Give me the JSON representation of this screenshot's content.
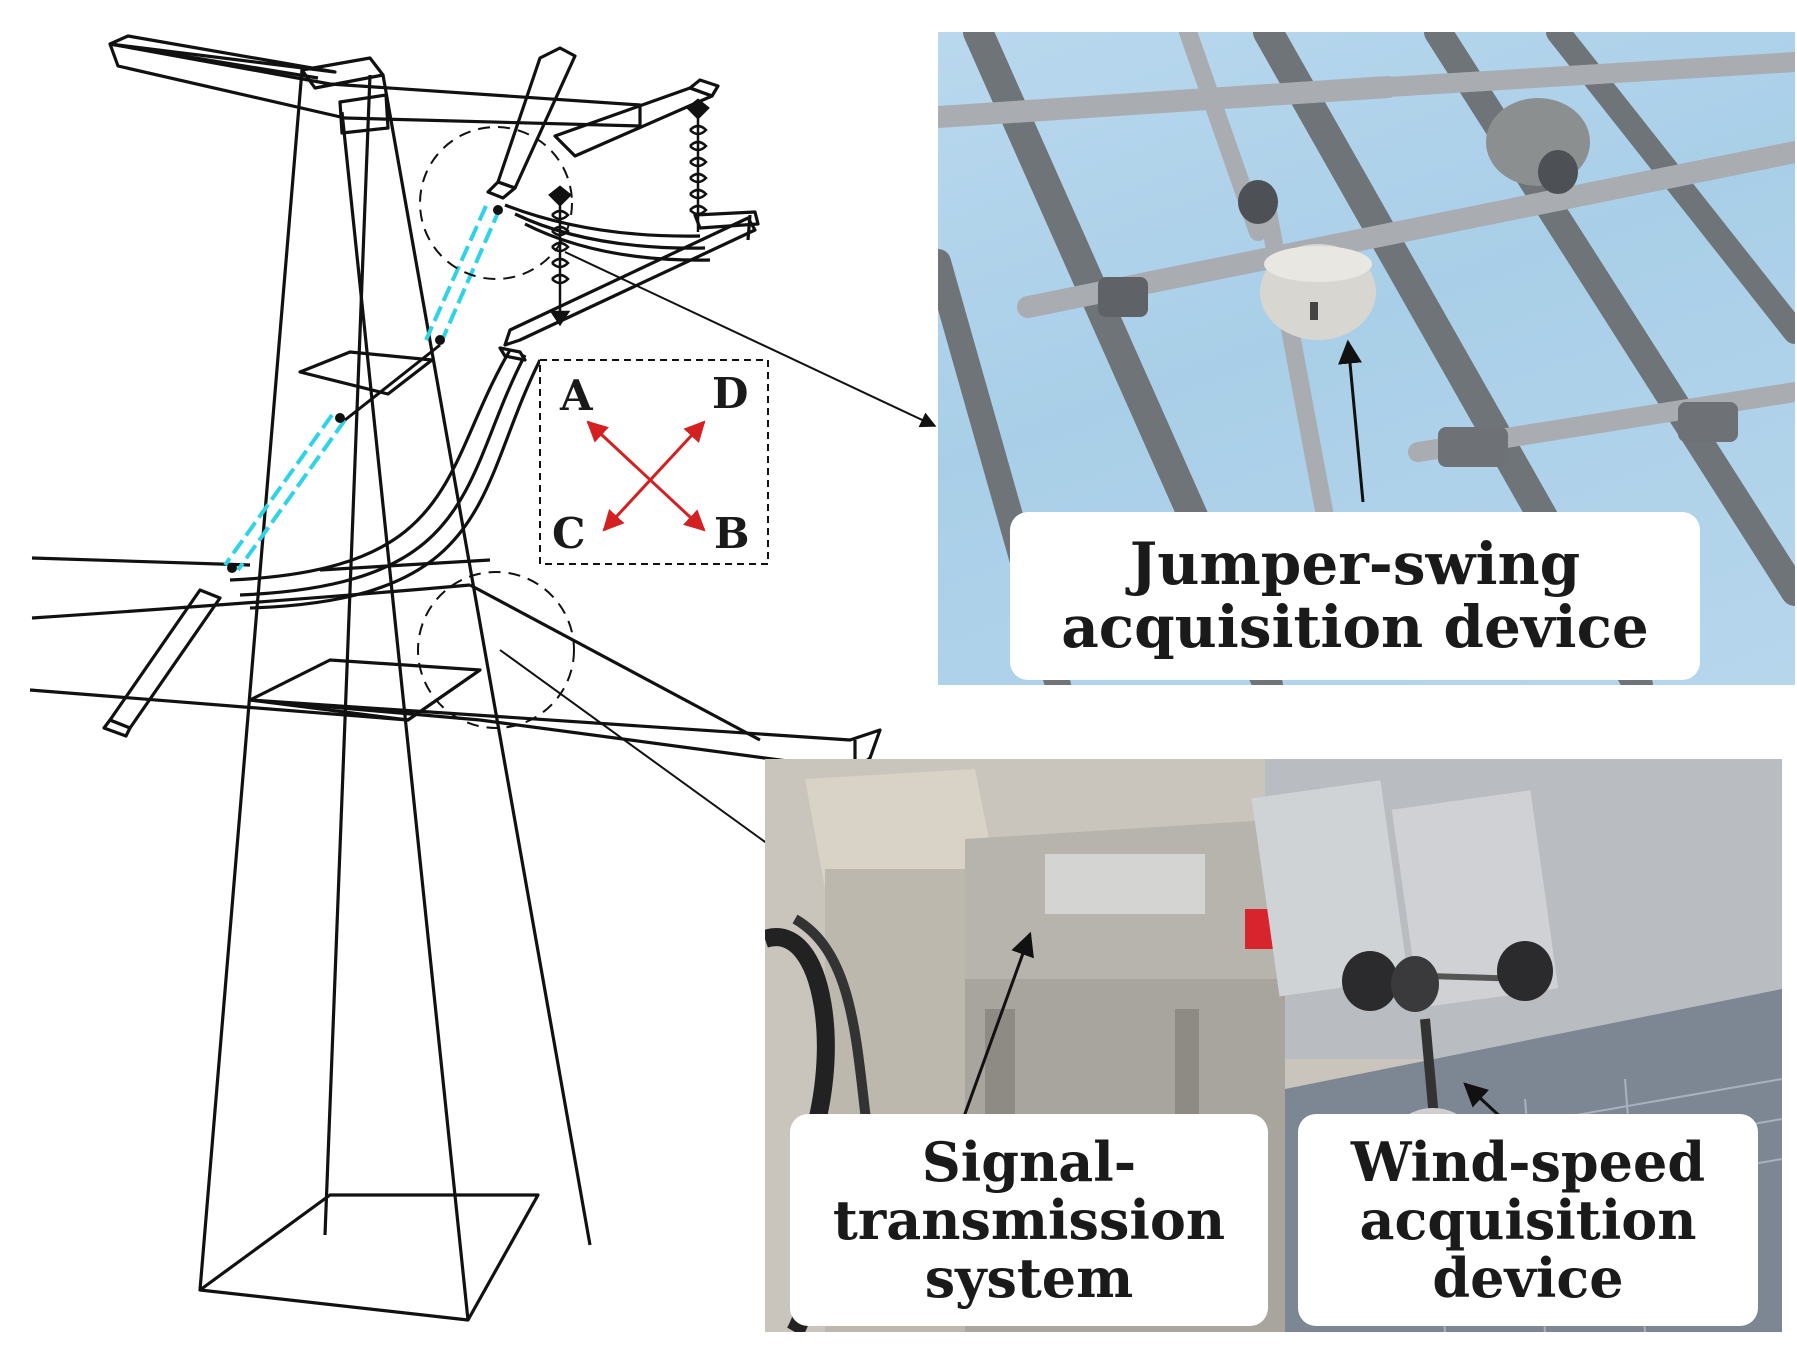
{
  "direction_legend": {
    "letters": [
      "A",
      "D",
      "C",
      "B"
    ],
    "arrow_color": "#d42020",
    "border": "dashed"
  },
  "callouts": {
    "jumper": [
      "Jumper-swing",
      "acquisition device"
    ],
    "signal": [
      "Signal-",
      "transmission",
      "system"
    ],
    "wind": [
      "Wind-speed",
      "acquisition",
      "device"
    ]
  },
  "colors": {
    "tower_line": "#111111",
    "insulator_highlight": "#2fd3e8",
    "sky": "#aed2ea"
  }
}
